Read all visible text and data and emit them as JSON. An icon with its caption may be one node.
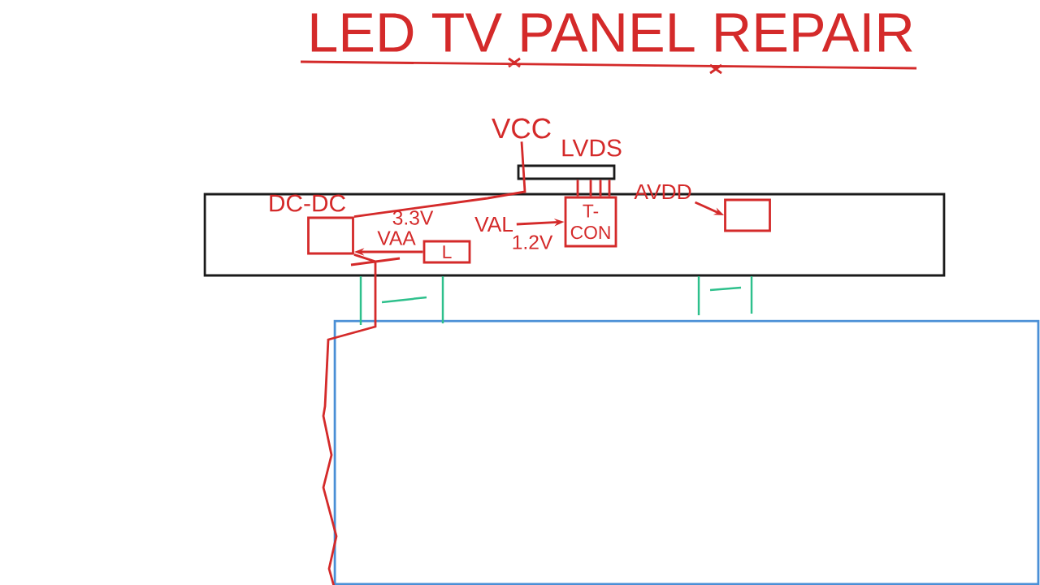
{
  "diagram": {
    "title": "LED TV PANEL REPAIR",
    "nodes": [
      {
        "text": [],
        "shape": "box"
      },
      {
        "text": [
          "DC-DC"
        ],
        "in": 0
      },
      {
        "text": [
          "L"
        ],
        "in": 0
      },
      {
        "text": [
          "T-CON"
        ],
        "in": 0
      },
      {
        "text": [],
        "shape": "box",
        "in": 0
      },
      {
        "text": [
          "LVDS"
        ]
      },
      {
        "text": [
          "VCC"
        ]
      },
      {
        "text": [],
        "shape": "box"
      },
      {
        "text": [
          "VAL"
        ],
        "in": 0
      },
      {
        "text": [
          "AVDD"
        ],
        "in": 0
      }
    ],
    "edges": [
      {
        "from": 6,
        "to": 1,
        "arrow": "none"
      },
      {
        "from": 2,
        "to": 1,
        "arrow": "to"
      },
      {
        "from": 8,
        "to": 3,
        "arrow": "to"
      },
      {
        "from": 5,
        "to": 3,
        "arrow": "none"
      },
      {
        "from": 9,
        "to": 4,
        "arrow": "to"
      },
      {
        "from": 1,
        "to": 7,
        "arrow": "none"
      },
      {
        "from": 5,
        "to": 3,
        "arrow": "none"
      },
      {
        "from": 5,
        "to": 3,
        "arrow": "none"
      },
      {
        "from": 5,
        "to": 3,
        "arrow": "none"
      }
    ],
    "labels": [
      "3.3V",
      "VAA",
      "1.2V"
    ]
  }
}
